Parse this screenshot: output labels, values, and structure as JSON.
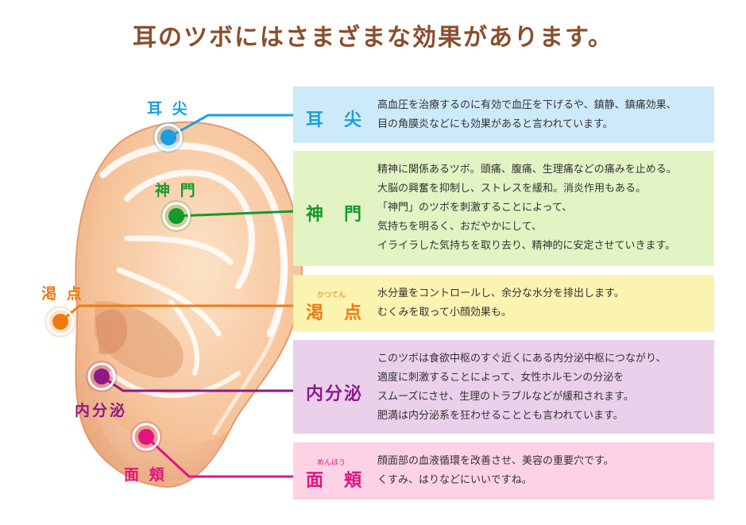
{
  "title": "耳のツボにはさまざまな効果があります。",
  "points": [
    {
      "id": "jisen",
      "label": "耳 尖",
      "panel_name": "耳　尖",
      "ruby": "",
      "color": "#1a9fe0",
      "panel_bg": "#cdeafa",
      "lines": [
        "高血圧を治療するのに有効で血圧を下げるや、鎮静、鎮痛効果、",
        "目の角膜炎などにも効果があると言われています。"
      ]
    },
    {
      "id": "shinmon",
      "label": "神 門",
      "panel_name": "神　門",
      "ruby": "",
      "color": "#149a2c",
      "panel_bg": "#e2f4c4",
      "lines": [
        "精神に関係あるツボ。頭痛、腹痛、生理痛などの痛みを止める。",
        "大脳の興奮を抑制し、ストレスを緩和。消炎作用もある。",
        "「神門」のツボを刺激することによって、",
        "気持ちを明るく、おだやかにして、",
        "イライラした気持ちを取り去り、精神的に安定させていきます。"
      ]
    },
    {
      "id": "katten",
      "label": "渇 点",
      "panel_name": "渇　点",
      "ruby": "かつてん",
      "color": "#f07a10",
      "panel_bg": "#fbf3b0",
      "lines": [
        "水分量をコントロールし、余分な水分を排出します。",
        "むくみを取って小顔効果も。"
      ]
    },
    {
      "id": "naibunpi",
      "label": "内分泌",
      "panel_name": "内分泌",
      "ruby": "",
      "color": "#8e1a86",
      "panel_bg": "#ead0ea",
      "lines": [
        "このツボは食欲中枢のすぐ近くにある内分泌中枢につながり、",
        "適度に刺激することによって、女性ホルモンの分泌を",
        "スムーズにさせ、生理のトラブルなどが緩和されます。",
        "肥満は内分泌系を狂わせることとも言われています。"
      ]
    },
    {
      "id": "menkyo",
      "label": "面 頬",
      "panel_name": "面　頬",
      "ruby": "めんほう",
      "color": "#e0157e",
      "panel_bg": "#fcd2e4",
      "lines": [
        "顔面部の血液循環を改善させ、美容の重要穴です。",
        "くすみ、はりなどにいいですね。"
      ]
    }
  ]
}
